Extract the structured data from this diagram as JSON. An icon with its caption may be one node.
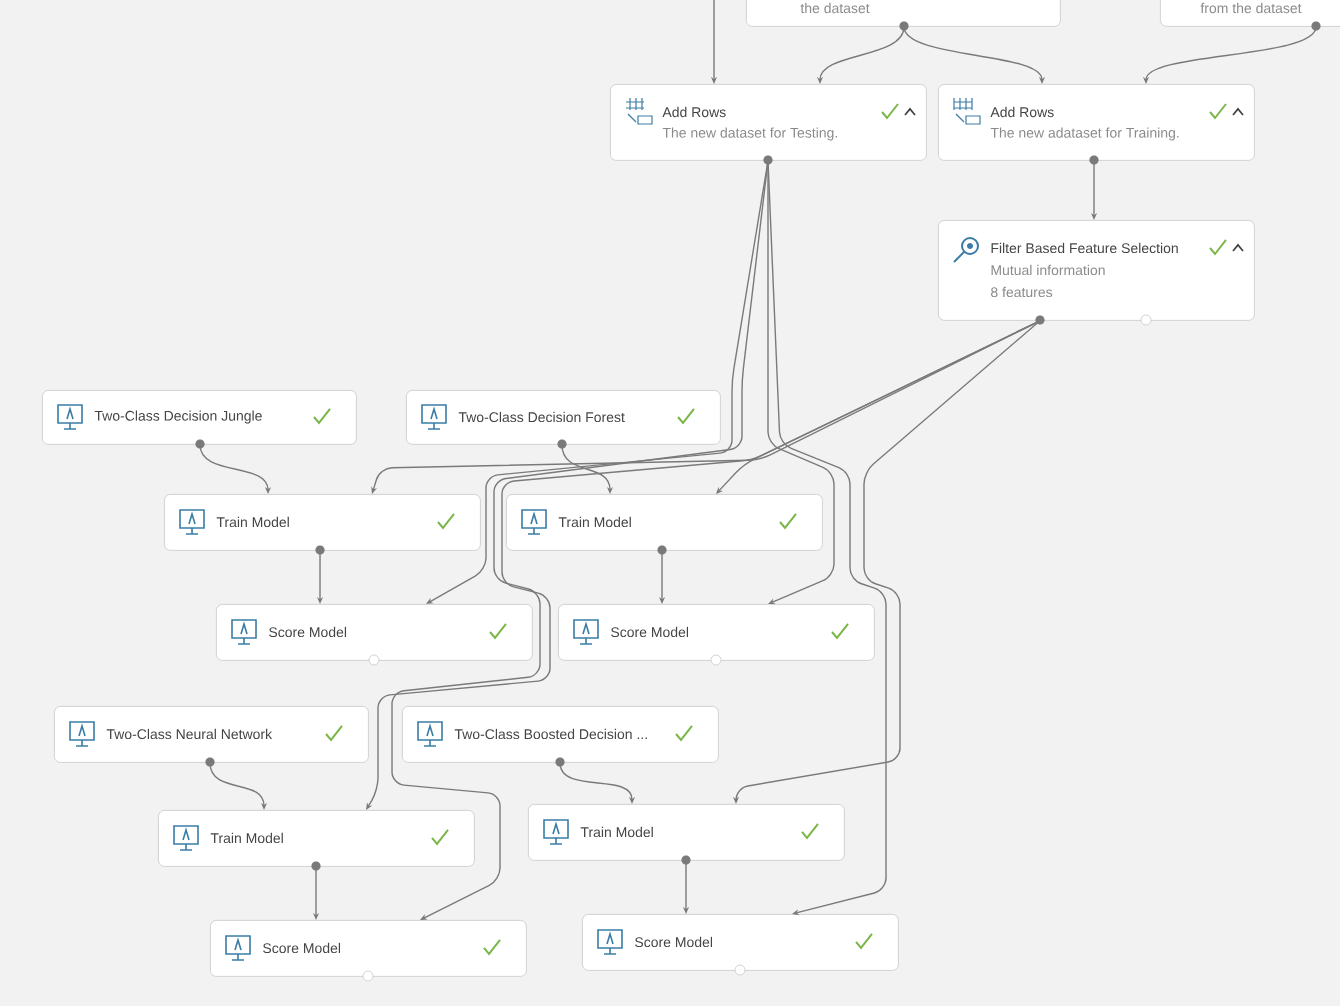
{
  "diagram": {
    "nodes": [
      {
        "text": [
          "the dataset"
        ]
      },
      {
        "text": [
          "from the dataset"
        ]
      },
      {
        "text": [
          "Add Rows",
          "The new dataset for Testing."
        ]
      },
      {
        "text": [
          "Add Rows",
          "The new adataset for Training."
        ]
      },
      {
        "text": [
          "Filter Based Feature Selection",
          "Mutual information",
          "8 features"
        ]
      },
      {
        "text": [
          "Two-Class Decision Jungle"
        ]
      },
      {
        "text": [
          "Two-Class Decision Forest"
        ]
      },
      {
        "text": [
          "Train Model"
        ]
      },
      {
        "text": [
          "Train Model"
        ]
      },
      {
        "text": [
          "Score Model"
        ]
      },
      {
        "text": [
          "Score Model"
        ]
      },
      {
        "text": [
          "Two-Class Neural Network"
        ]
      },
      {
        "text": [
          "Two-Class Boosted Decision ..."
        ]
      },
      {
        "text": [
          "Train Model"
        ]
      },
      {
        "text": [
          "Train Model"
        ]
      },
      {
        "text": [
          "Score Model"
        ]
      },
      {
        "text": [
          "Score Model"
        ]
      }
    ],
    "edges": [
      {
        "from": null,
        "to": 2,
        "arrow": "to"
      },
      {
        "from": 0,
        "to": 2,
        "arrow": "to"
      },
      {
        "from": 0,
        "to": 3,
        "arrow": "to"
      },
      {
        "from": 1,
        "to": 3,
        "arrow": "to"
      },
      {
        "from": 3,
        "to": 4,
        "arrow": "to"
      },
      {
        "from": 5,
        "to": 7,
        "arrow": "to"
      },
      {
        "from": 6,
        "to": 8,
        "arrow": "to"
      },
      {
        "from": 4,
        "to": 7,
        "arrow": "to"
      },
      {
        "from": 4,
        "to": 8,
        "arrow": "to"
      },
      {
        "from": 2,
        "to": 9,
        "arrow": "to"
      },
      {
        "from": 2,
        "to": 10,
        "arrow": "to"
      },
      {
        "from": 2,
        "to": 15,
        "arrow": "to"
      },
      {
        "from": 2,
        "to": 16,
        "arrow": "to"
      },
      {
        "from": 4,
        "to": 13,
        "arrow": "to"
      },
      {
        "from": 4,
        "to": 14,
        "arrow": "to"
      },
      {
        "from": 7,
        "to": 9,
        "arrow": "to"
      },
      {
        "from": 8,
        "to": 10,
        "arrow": "to"
      },
      {
        "from": 11,
        "to": 13,
        "arrow": "to"
      },
      {
        "from": 12,
        "to": 14,
        "arrow": "to"
      },
      {
        "from": 13,
        "to": 15,
        "arrow": "to"
      },
      {
        "from": 14,
        "to": 16,
        "arrow": "to"
      }
    ]
  }
}
